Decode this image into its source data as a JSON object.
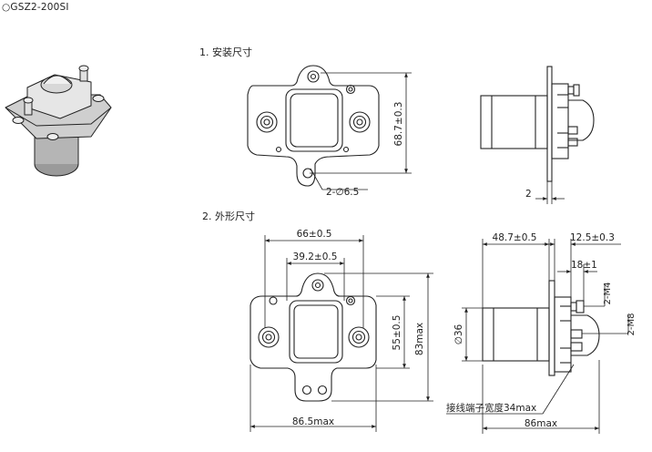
{
  "title": "○GSZ2-200SI",
  "sections": {
    "install": "1. 安装尺寸",
    "outline": "2. 外形尺寸"
  },
  "dimensions": {
    "height_68_7": "68.7±0.3",
    "hole_dia": "2-∅6.5",
    "flange_thk": "2",
    "width_66": "66±0.5",
    "width_39_2": "39.2±0.5",
    "height_55": "55±0.5",
    "height_83": "83max",
    "width_86_5": "86.5max",
    "body_48_7": "48.7±0.5",
    "cap_12_5": "12.5±0.3",
    "term_18": "18±1",
    "thread_m4": "2-M4",
    "thread_m8": "2-M8",
    "dia_36": "∅36",
    "terminal_width": "接线端子宽度34max",
    "length_86": "86max"
  }
}
